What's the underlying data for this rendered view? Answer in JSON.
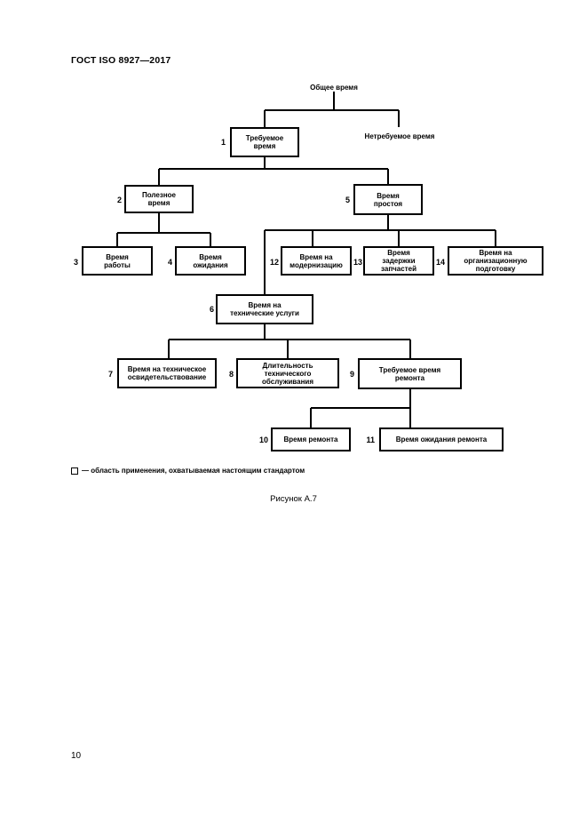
{
  "header": {
    "title": "ГОСТ ISO 8927—2017"
  },
  "nodes": {
    "total": {
      "label": "Общее время"
    },
    "required": {
      "num": "1",
      "label": "Требуемое время"
    },
    "not_required": {
      "label": "Нетребуемое время"
    },
    "up": {
      "num": "2",
      "label": "Полезное время"
    },
    "down": {
      "num": "5",
      "label": "Время простоя"
    },
    "work": {
      "num": "3",
      "label": "Время работы"
    },
    "wait": {
      "num": "4",
      "label": "Время ожидания"
    },
    "modern": {
      "num": "12",
      "label": "Время на модернизацию"
    },
    "parts": {
      "num": "13",
      "label": "Время задержки запчастей"
    },
    "org": {
      "num": "14",
      "label": "Время на организационную подготовку"
    },
    "tech": {
      "num": "6",
      "label": "Время на технические услуги"
    },
    "inspect": {
      "num": "7",
      "label": "Время на техническое освидетельствование"
    },
    "service": {
      "num": "8",
      "label": "Длительность технического обслуживания"
    },
    "repair_req": {
      "num": "9",
      "label": "Требуемое время ремонта"
    },
    "repair": {
      "num": "10",
      "label": "Время ремонта"
    },
    "repair_wait": {
      "num": "11",
      "label": "Время ожидания ремонта"
    }
  },
  "legend": {
    "text": "— область применения, охватываемая настоящим стандартом"
  },
  "caption": "Рисунок А.7",
  "page_number": "10"
}
